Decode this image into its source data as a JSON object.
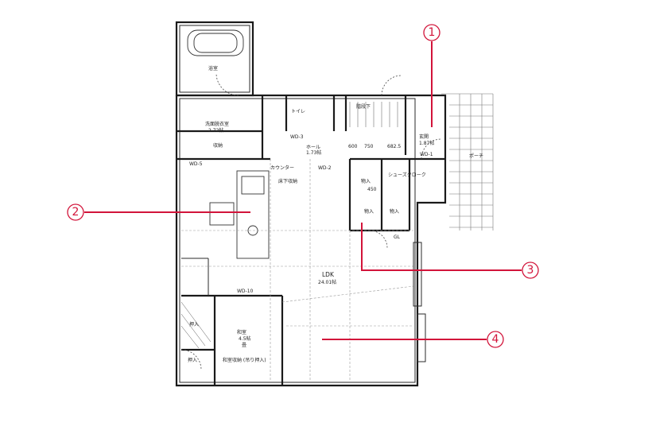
{
  "rooms": {
    "bath": "浴室",
    "washroom": "洗面脱衣室",
    "washroom_area": "2.72帖",
    "hall": "ホール",
    "hall_area": "1.73帖",
    "toilet": "トイレ",
    "storage_stairs": "階段下",
    "entrance": "玄関",
    "entrance_area": "1.87帖",
    "shoes_closet": "シューズクローク",
    "porch": "ポーチ",
    "counter": "カウンター",
    "ldk": "LDK",
    "ldk_area": "24.01帖",
    "japanese_room": "和室",
    "japanese_room_area": "4.5帖",
    "storage1": "物入",
    "storage2": "物入",
    "closet": "押入",
    "kitchen_storage": "収納",
    "tatami": "畳",
    "floor_storage": "床下収納",
    "desk": "カウンター",
    "under_floor": "物入",
    "dim_600": "600",
    "dim_750": "750",
    "dim_6825": "682.5",
    "dim_450": "450",
    "wd3": "WD-3",
    "wd2": "WD-2",
    "wd5": "WD-5",
    "wd10": "WD-10",
    "wd1": "WD-1",
    "gl": "GL",
    "japanese_closet": "押入",
    "bottom_label": "和室収納 (吊り押入)"
  },
  "callouts": [
    "1",
    "2",
    "3",
    "4"
  ],
  "colors": {
    "accent": "#d2143a",
    "line": "#1a1a1a"
  }
}
